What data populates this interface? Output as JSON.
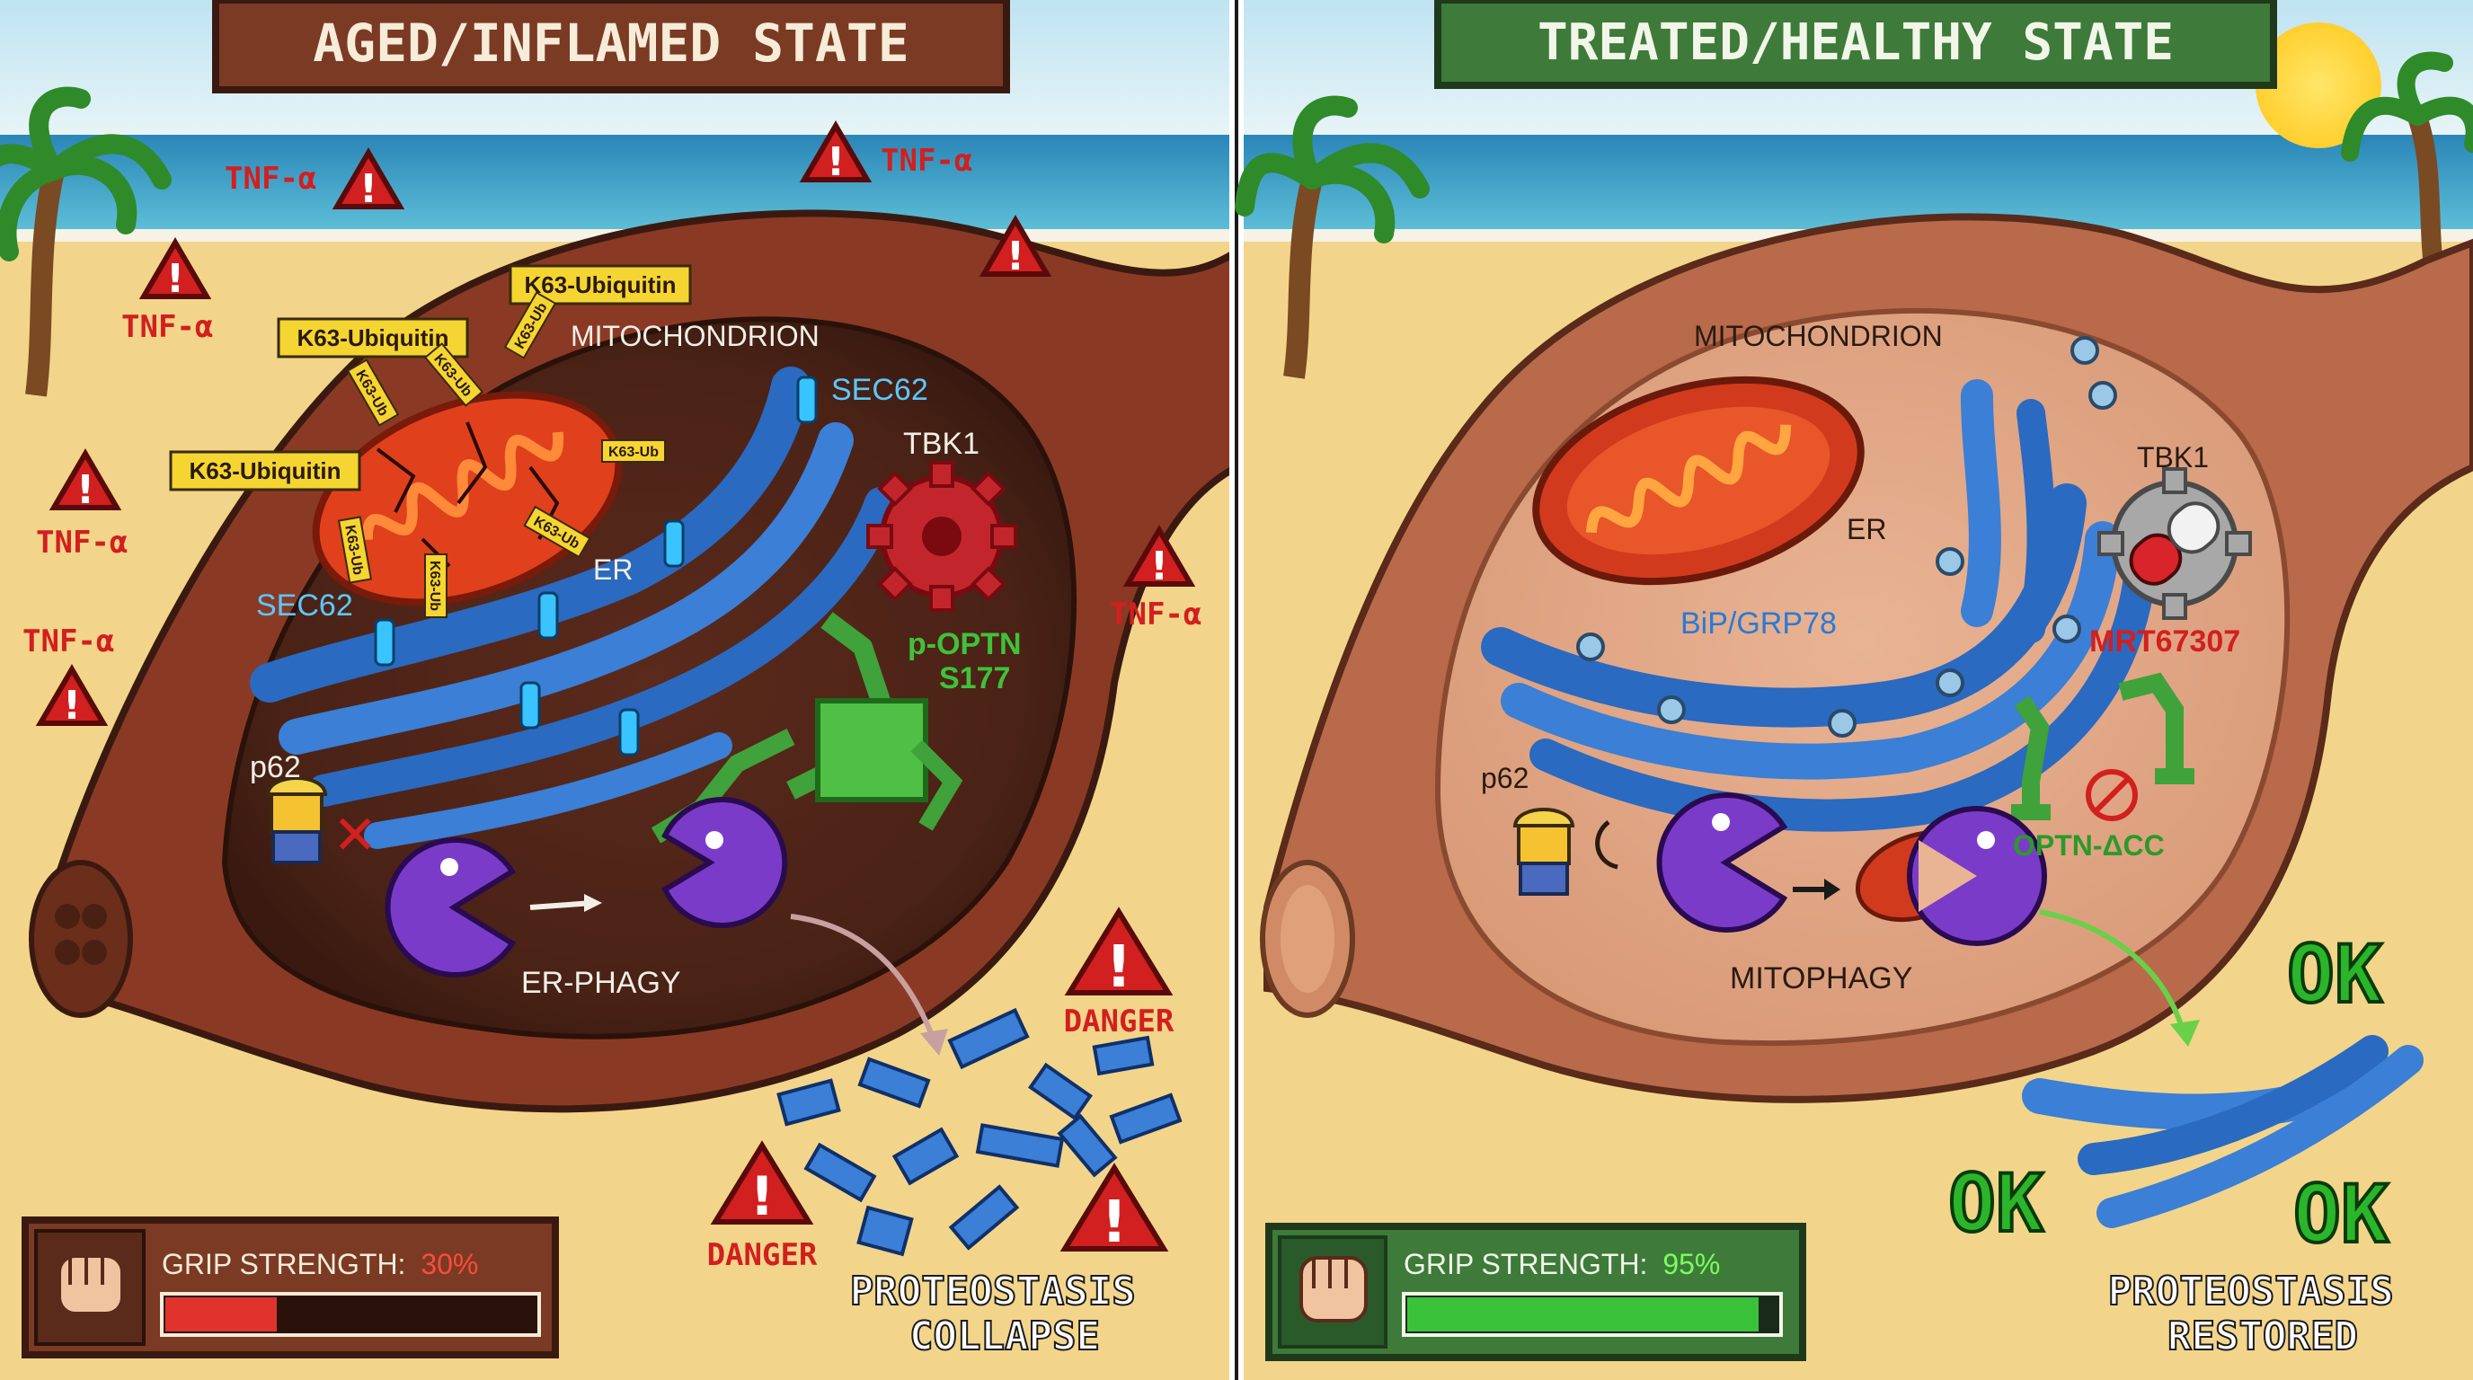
{
  "left_panel": {
    "title": "AGED/INFLAMED STATE",
    "cytokine_label": "TNF-α",
    "mito_label": "MITOCHONDRION",
    "ubiquitin_tag": "K63-Ubiquitin",
    "ubiquitin_small_tags": [
      "K63-Ub",
      "K63-Ub",
      "K63-Ub",
      "K63-Ub",
      "K63-Ub",
      "K63-Ub",
      "K63-Ub"
    ],
    "sec62_label": "SEC62",
    "tbk1_label": "TBK1",
    "er_label": "ER",
    "poptn_label": "p-OPTN\nS177",
    "p62_label": "p62",
    "phagy_label": "ER-PHAGY",
    "danger_label": "DANGER",
    "grip_label": "GRIP STRENGTH:",
    "grip_value": "30%",
    "grip_fraction": 0.3,
    "outcome_label": "PROTEOSTASIS\nCOLLAPSE"
  },
  "right_panel": {
    "title": "TREATED/HEALTHY STATE",
    "mito_label": "MITOCHONDRION",
    "er_label": "ER",
    "bip_label": "BiP/GRP78",
    "tbk1_label": "TBK1",
    "drug_label": "MRT67307",
    "optn_label": "OPTN-ΔCC",
    "p62_label": "p62",
    "phagy_label": "MITOPHAGY",
    "ok_label": "OK",
    "grip_label": "GRIP STRENGTH:",
    "grip_value": "95%",
    "grip_fraction": 0.95,
    "outcome_label": "PROTEOSTASIS\nRESTORED"
  },
  "colors": {
    "aged_title_bg": "#7a3a24",
    "healthy_title_bg": "#3e7a3a",
    "danger": "#d21f1f",
    "er_blue": "#3b7fd6",
    "tbk1_red": "#c2262c",
    "optn_green": "#3fa23a",
    "ok_green": "#2bb52b",
    "grip_red": "#e0332b",
    "grip_green": "#3ac23a"
  }
}
